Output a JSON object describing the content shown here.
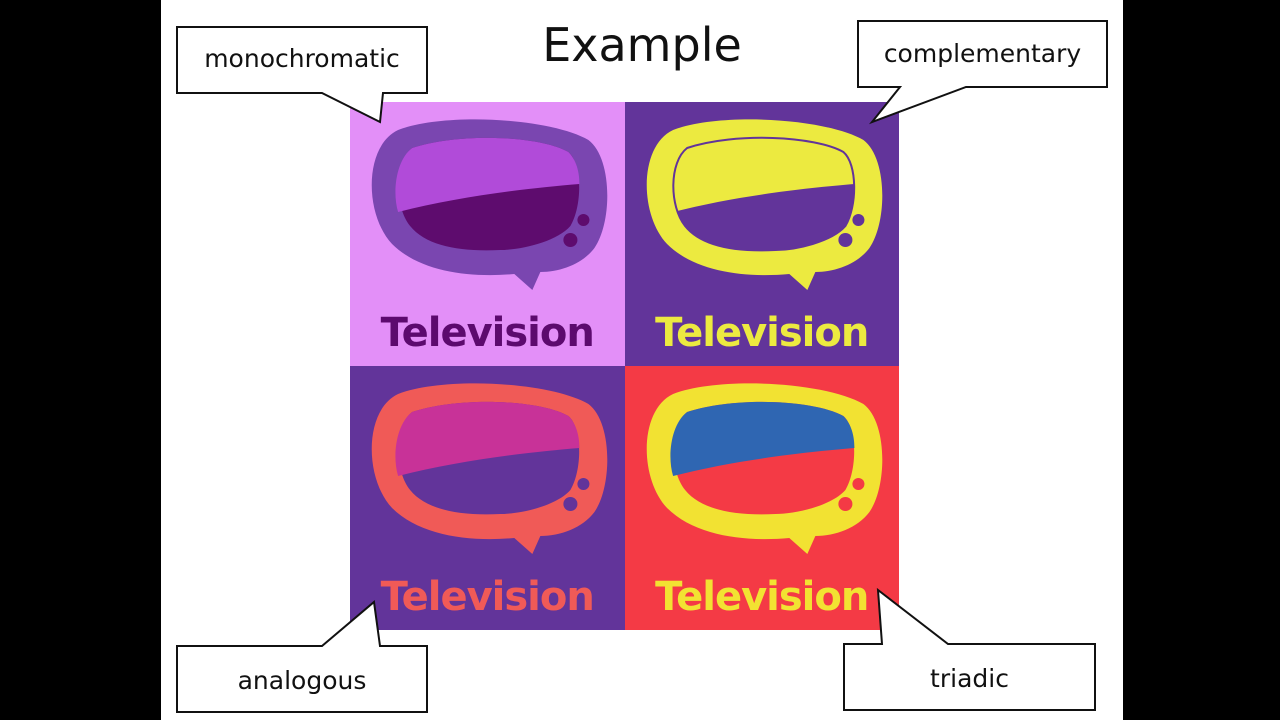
{
  "slide": {
    "title": "Example"
  },
  "callouts": {
    "monochromatic": "monochromatic",
    "complementary": "complementary",
    "analogous": "analogous",
    "triadic": "triadic"
  },
  "tiles": [
    {
      "name": "monochromatic",
      "label": "Television",
      "bg": "#e38ff8",
      "frame": "#7a46b0",
      "screen_top": "#b14bd9",
      "screen_bottom": "#5e0c6e",
      "text": "#5c0a6e"
    },
    {
      "name": "complementary",
      "label": "Television",
      "bg": "#62349a",
      "frame": "#ecea40",
      "screen_top": "#ecea40",
      "screen_bottom": "#62349a",
      "text": "#ecea40"
    },
    {
      "name": "analogous",
      "label": "Television",
      "bg": "#62349a",
      "frame": "#f05a57",
      "screen_top": "#c83298",
      "screen_bottom": "#62349a",
      "text": "#f05a57"
    },
    {
      "name": "triadic",
      "label": "Television",
      "bg": "#f43a45",
      "frame": "#f2e232",
      "screen_top": "#2f66b2",
      "screen_bottom": "#f43a45",
      "text": "#f2e232"
    }
  ]
}
